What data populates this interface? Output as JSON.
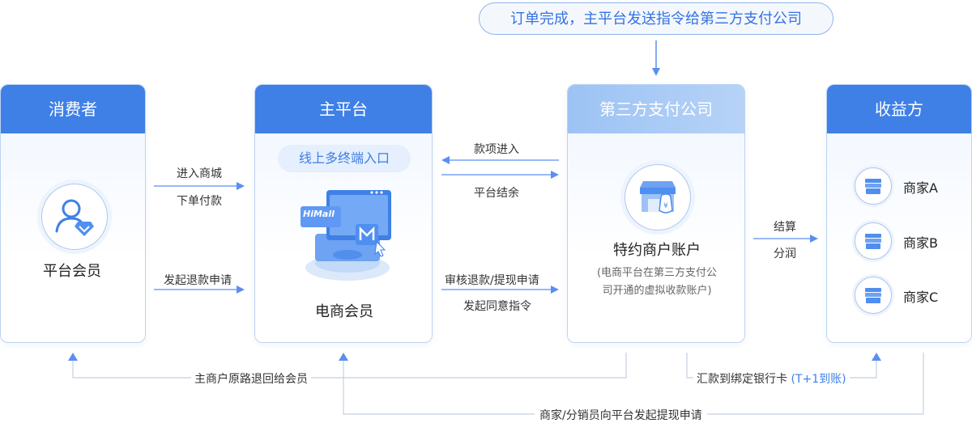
{
  "top_note": "订单完成，主平台发送指令给第三方支付公司",
  "consumer": {
    "title": "消费者",
    "member_label": "平台会员"
  },
  "platform": {
    "title": "主平台",
    "entry_pill": "线上多终端入口",
    "mall_brand": "HiMall",
    "member_label": "电商会员"
  },
  "payment": {
    "title": "第三方支付公司",
    "account_label": "特约商户账户",
    "account_note_line1": "(电商平台在第三方支付公",
    "account_note_line2": "司开通的虚拟收款账户)"
  },
  "beneficiary": {
    "title": "收益方",
    "merchants": [
      "商家A",
      "商家B",
      "商家C"
    ]
  },
  "flows": {
    "enter_mall": "进入商城",
    "place_order": "下单付款",
    "refund_request": "发起退款申请",
    "funds_in": "款项进入",
    "platform_balance": "平台结余",
    "review_refund": "审核退款/提现申请",
    "agree_instruction": "发起同意指令",
    "settlement": "结算",
    "profit_share": "分润",
    "refund_to_member": "主商户原路退回给会员",
    "remit_to_bank": "汇款到绑定银行卡",
    "remit_timing": "(T+1到账)",
    "withdraw_request": "商家/分销员向平台发起提现申请"
  },
  "colors": {
    "primary_blue": "#3f80e6",
    "light_blue_header": "#a7c9f5",
    "line_blue": "#5a8ff0",
    "line_gray": "#c4d0de",
    "accent_text": "#3572e2"
  }
}
